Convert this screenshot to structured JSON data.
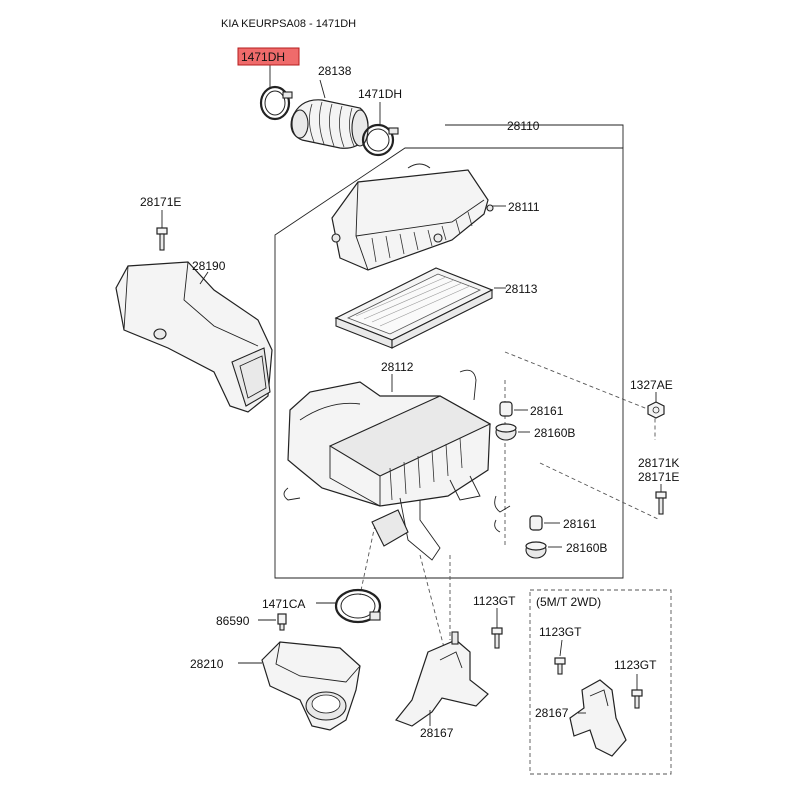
{
  "header": {
    "title": "KIA KEURPSA08 - 1471DH"
  },
  "highlight_color": "#ef6b6b",
  "callouts": {
    "clamp_highlighted": "1471DH",
    "hose": "28138",
    "clamp_right": "1471DH",
    "air_cleaner_assy": "28110",
    "cover": "28111",
    "filter": "28113",
    "body": "28112",
    "bolt_top_left": "28171E",
    "duct": "28190",
    "nut": "1327AE",
    "grommet_upper": "28161",
    "insulator_upper": "28160B",
    "bolt_right_k": "28171K",
    "bolt_right_e": "28171E",
    "grommet_lower": "28161",
    "insulator_lower": "28160B",
    "clamp_ca": "1471CA",
    "bolt_gt_center": "1123GT",
    "variant_label": "(5M/T 2WD)",
    "sensor": "86590",
    "resonator": "28210",
    "bracket_center": "28167",
    "bolt_gt_box_left": "1123GT",
    "bolt_gt_box_right": "1123GT",
    "bracket_box": "28167"
  }
}
